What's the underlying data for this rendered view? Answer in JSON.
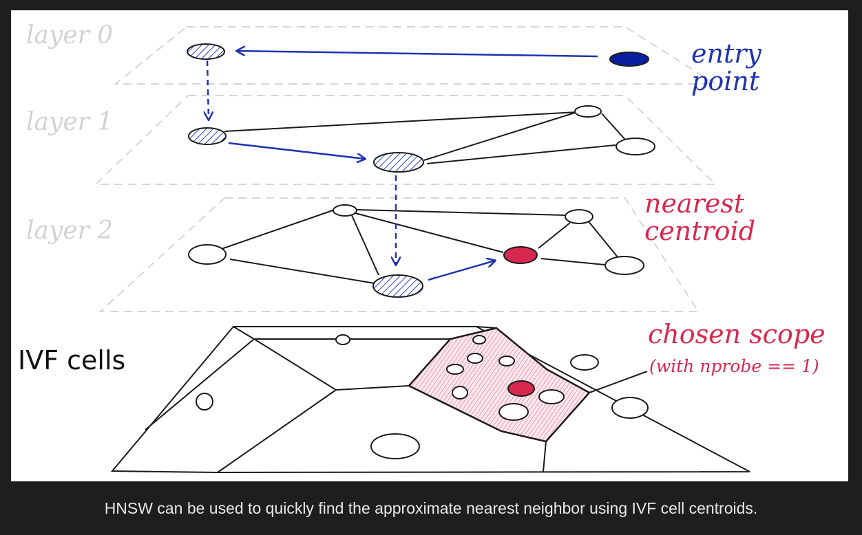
{
  "diagram": {
    "layers": [
      "layer 0",
      "layer 1",
      "layer 2"
    ],
    "annotations": {
      "entry_point": [
        "entry",
        "point"
      ],
      "nearest_centroid": [
        "nearest",
        "centroid"
      ],
      "ivf_cells": "IVF cells",
      "chosen_scope": "chosen scope",
      "chosen_scope_note": "(with nprobe == 1)"
    },
    "colors": {
      "path": "#1f33b0",
      "highlight": "#d8284f",
      "layer_outline": "#d6d6d6",
      "edge": "#1a1a1a"
    }
  },
  "caption": "HNSW can be used to quickly find the approximate nearest neighbor using IVF cell centroids."
}
